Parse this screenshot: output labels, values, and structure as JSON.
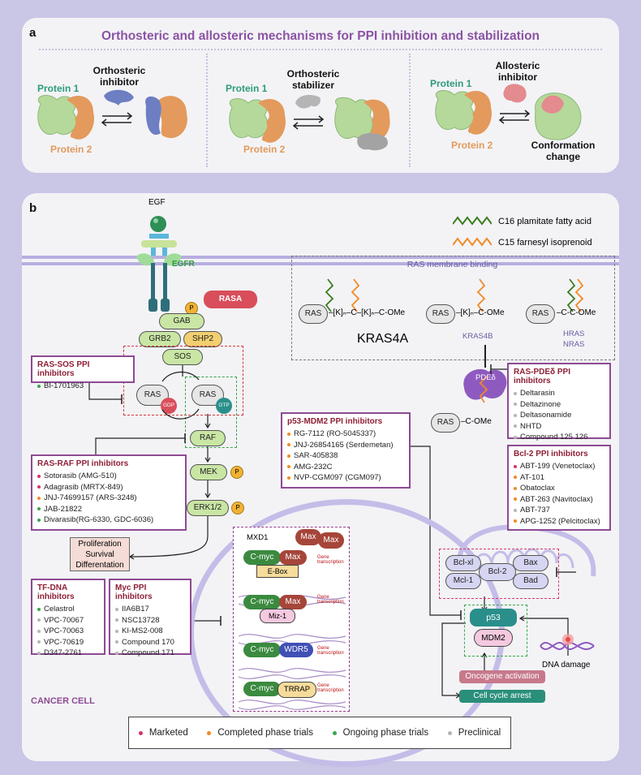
{
  "panel_a": {
    "letter": "a",
    "title": "Orthosteric and allosteric mechanisms for PPI inhibition and stabilization",
    "protein1": "Protein 1",
    "protein2": "Protein 2",
    "orthosteric_inhibitor": "Orthosteric inhibitor",
    "orthosteric_stabilizer": "Orthosteric stabilizer",
    "allosteric_inhibitor": "Allosteric inhibitor",
    "conformation_change": "Conformation change"
  },
  "panel_b": {
    "letter": "b",
    "egf": "EGF",
    "egfr": "EGFR",
    "legend_c16": "C16 plamitate fatty acid",
    "legend_c15": "C15 farnesyl isoprenoid",
    "ras_membrane_title": "RAS membrane binding",
    "ras": "RAS",
    "kras4a_formula": "–[K]ₙ–C–[K]ₙ–C-OMe",
    "kras4b_formula": "–[K]ₙ–C-OMe",
    "hras_formula": "–C-C-OMe",
    "kras4a": "KRAS4A",
    "kras4b": "KRAS4B",
    "hras": "HRAS",
    "nras": "NRAS",
    "pde": "PDEδ",
    "ras_cooome": "–C-OMe",
    "rasa": "RASA",
    "p": "P",
    "gab": "GAB",
    "grb2": "GRB2",
    "shp2": "SHP2",
    "sos": "SOS",
    "gdp": "GDP",
    "gtp": "GTP",
    "raf": "RAF",
    "mek": "MEK",
    "erk": "ERK1/2",
    "prolif": [
      "Proliferation",
      "Survival",
      "Differentation"
    ],
    "cancer_cell": "CANCER CELL",
    "mxd1": "MXD1",
    "max": "Max",
    "cmyc": "C-myc",
    "ebox": "E-Box",
    "miz1": "Miz-1",
    "wdr5": "WDR5",
    "trrap": "TRRAP",
    "gene_transcription": "Gene transcription",
    "bclxl": "Bcl-xl",
    "mcl1": "Mcl-1",
    "bcl2": "Bcl-2",
    "bax": "Bax",
    "bad": "Bad",
    "p53": "p53",
    "mdm2": "MDM2",
    "dna_damage": "DNA damage",
    "oncogene": "Oncogene activation",
    "cell_cycle": "Cell cycle arrest",
    "boxes": {
      "ras_sos": {
        "title": "RAS-SOS PPI inhibitors",
        "items": [
          {
            "t": "BI-1701963",
            "s": "ongoing"
          }
        ]
      },
      "ras_raf": {
        "title": "RAS-RAF PPI inhibitors",
        "items": [
          {
            "t": "Sotorasib (AMG-510)",
            "s": "marketed"
          },
          {
            "t": "Adagrasib (MRTX-849)",
            "s": "marketed"
          },
          {
            "t": "JNJ-74699157 (ARS-3248)",
            "s": "completed"
          },
          {
            "t": "JAB-21822",
            "s": "ongoing"
          },
          {
            "t": "Divarasib(RG-6330, GDC-6036)",
            "s": "ongoing"
          }
        ]
      },
      "tf_dna": {
        "title": "TF-DNA inhibitors",
        "items": [
          {
            "t": "Celastrol",
            "s": "ongoing"
          },
          {
            "t": "VPC-70067",
            "s": "preclinical"
          },
          {
            "t": "VPC-70063",
            "s": "preclinical"
          },
          {
            "t": "VPC-70619",
            "s": "preclinical"
          },
          {
            "t": "D347-2761",
            "s": "preclinical"
          }
        ]
      },
      "myc": {
        "title": "Myc PPI inhibitors",
        "items": [
          {
            "t": "IIA6B17",
            "s": "preclinical"
          },
          {
            "t": "NSC13728",
            "s": "preclinical"
          },
          {
            "t": "KI-MS2-008",
            "s": "preclinical"
          },
          {
            "t": "Compound 170",
            "s": "preclinical"
          },
          {
            "t": "Compound 171",
            "s": "preclinical"
          }
        ]
      },
      "p53": {
        "title": "p53-MDM2 PPI inhibitors",
        "items": [
          {
            "t": "RG-7112 (RO-5045337)",
            "s": "completed"
          },
          {
            "t": "JNJ-26854165 (Serdemetan)",
            "s": "completed"
          },
          {
            "t": "SAR-405838",
            "s": "completed"
          },
          {
            "t": "AMG-232C",
            "s": "completed"
          },
          {
            "t": "NVP-CGM097 (CGM097)",
            "s": "completed"
          }
        ]
      },
      "pde": {
        "title": "RAS-PDEδ PPI inhibitors",
        "items": [
          {
            "t": "Deltarasin",
            "s": "preclinical"
          },
          {
            "t": "Deltazinone",
            "s": "preclinical"
          },
          {
            "t": "Deltasonamide",
            "s": "preclinical"
          },
          {
            "t": "NHTD",
            "s": "preclinical"
          },
          {
            "t": "Compound 125 126",
            "s": "preclinical"
          }
        ]
      },
      "bcl2": {
        "title": "Bcl-2 PPI inhibitors",
        "items": [
          {
            "t": "ABT-199 (Venetoclax)",
            "s": "marketed"
          },
          {
            "t": "AT-101",
            "s": "completed"
          },
          {
            "t": "Obatoclax",
            "s": "completed"
          },
          {
            "t": "ABT-263 (Navitoclax)",
            "s": "completed"
          },
          {
            "t": "ABT-737",
            "s": "preclinical"
          },
          {
            "t": "APG-1252 (Pelcitoclax)",
            "s": "completed"
          }
        ]
      }
    }
  },
  "legend": {
    "marketed": "Marketed",
    "completed": "Completed phase trials",
    "ongoing": "Ongoing phase trials",
    "preclinical": "Preclinical"
  },
  "colors": {
    "marketed": "#d6336c",
    "completed": "#f08a24",
    "ongoing": "#3aa64a",
    "preclinical": "#b5b5b5",
    "protein1": "#b5d99a",
    "protein2": "#e39a5c",
    "purple": "#8b53a3"
  }
}
